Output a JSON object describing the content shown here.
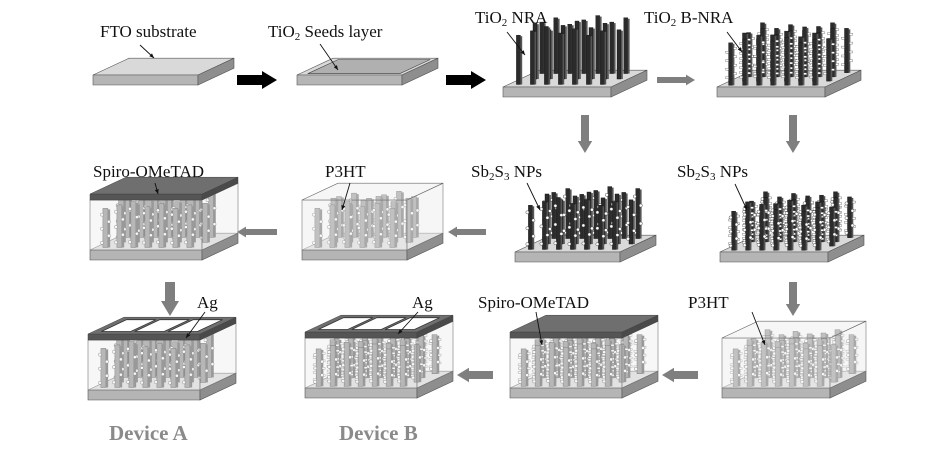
{
  "labels": {
    "fto": "FTO substrate",
    "seeds": {
      "pre": "TiO",
      "sub": "2",
      "post": " Seeds layer"
    },
    "nra": {
      "pre": "TiO",
      "sub": "2",
      "post": " NRA"
    },
    "bnra": {
      "pre": "TiO",
      "sub": "2",
      "post": " B-NRA"
    },
    "sb_mid": {
      "pre": "Sb",
      "sub1": "2",
      "mid": "S",
      "sub2": "3",
      "post": " NPs"
    },
    "sb_right": {
      "pre": "Sb",
      "sub1": "2",
      "mid": "S",
      "sub2": "3",
      "post": " NPs"
    },
    "p3ht_a": "P3HT",
    "spiro_a": "Spiro-OMeTAD",
    "ag_a": "Ag",
    "ag_b": "Ag",
    "spiro_b": "Spiro-OMeTAD",
    "p3ht_b": "P3HT",
    "device_a": "Device A",
    "device_b": "Device B"
  },
  "colors": {
    "substrate_top": "#d9d9d9",
    "substrate_front": "#b5b5b5",
    "substrate_side": "#8e8e8e",
    "seed": "#b0b0b0",
    "rod_dark": "#2b2b2b",
    "rod_light": "#8a8a8a",
    "spiro": "#6f6f6f",
    "p3ht": "#eeeeee",
    "ag": "#ffffff",
    "arrow_black": "#000000",
    "arrow_gray": "#7f7f7f",
    "device_label": "#8a8a8a"
  }
}
